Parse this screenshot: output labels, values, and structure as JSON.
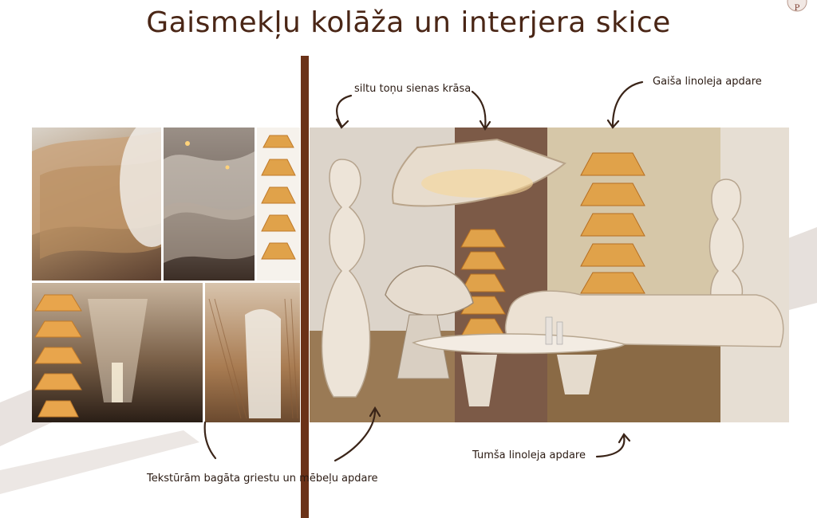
{
  "title": "Gaismekļu kolāža un interjera skice",
  "labels": {
    "wall_color": "siltu toņu sienas krāsa",
    "light_linoleum": "Gaiša linoleja apdare",
    "dark_linoleum": "Tumša linoleja apdare",
    "textured_ceiling": "Tekstūrām bagāta griestu un mēbeļu apdare"
  },
  "colors": {
    "title": "#4a2616",
    "divider": "#6b3218",
    "wall_warm": "#7c5a47",
    "wall_light": "#dcd4ca",
    "linoleum_light": "#d6c7a8",
    "linoleum_dark": "#8a6a45",
    "lamp_amber": "#e0a24a",
    "furniture_cream": "#eee3d6"
  },
  "icons": {
    "logo": "monogram-logo-icon",
    "arrows": "curved-arrow-icon"
  }
}
